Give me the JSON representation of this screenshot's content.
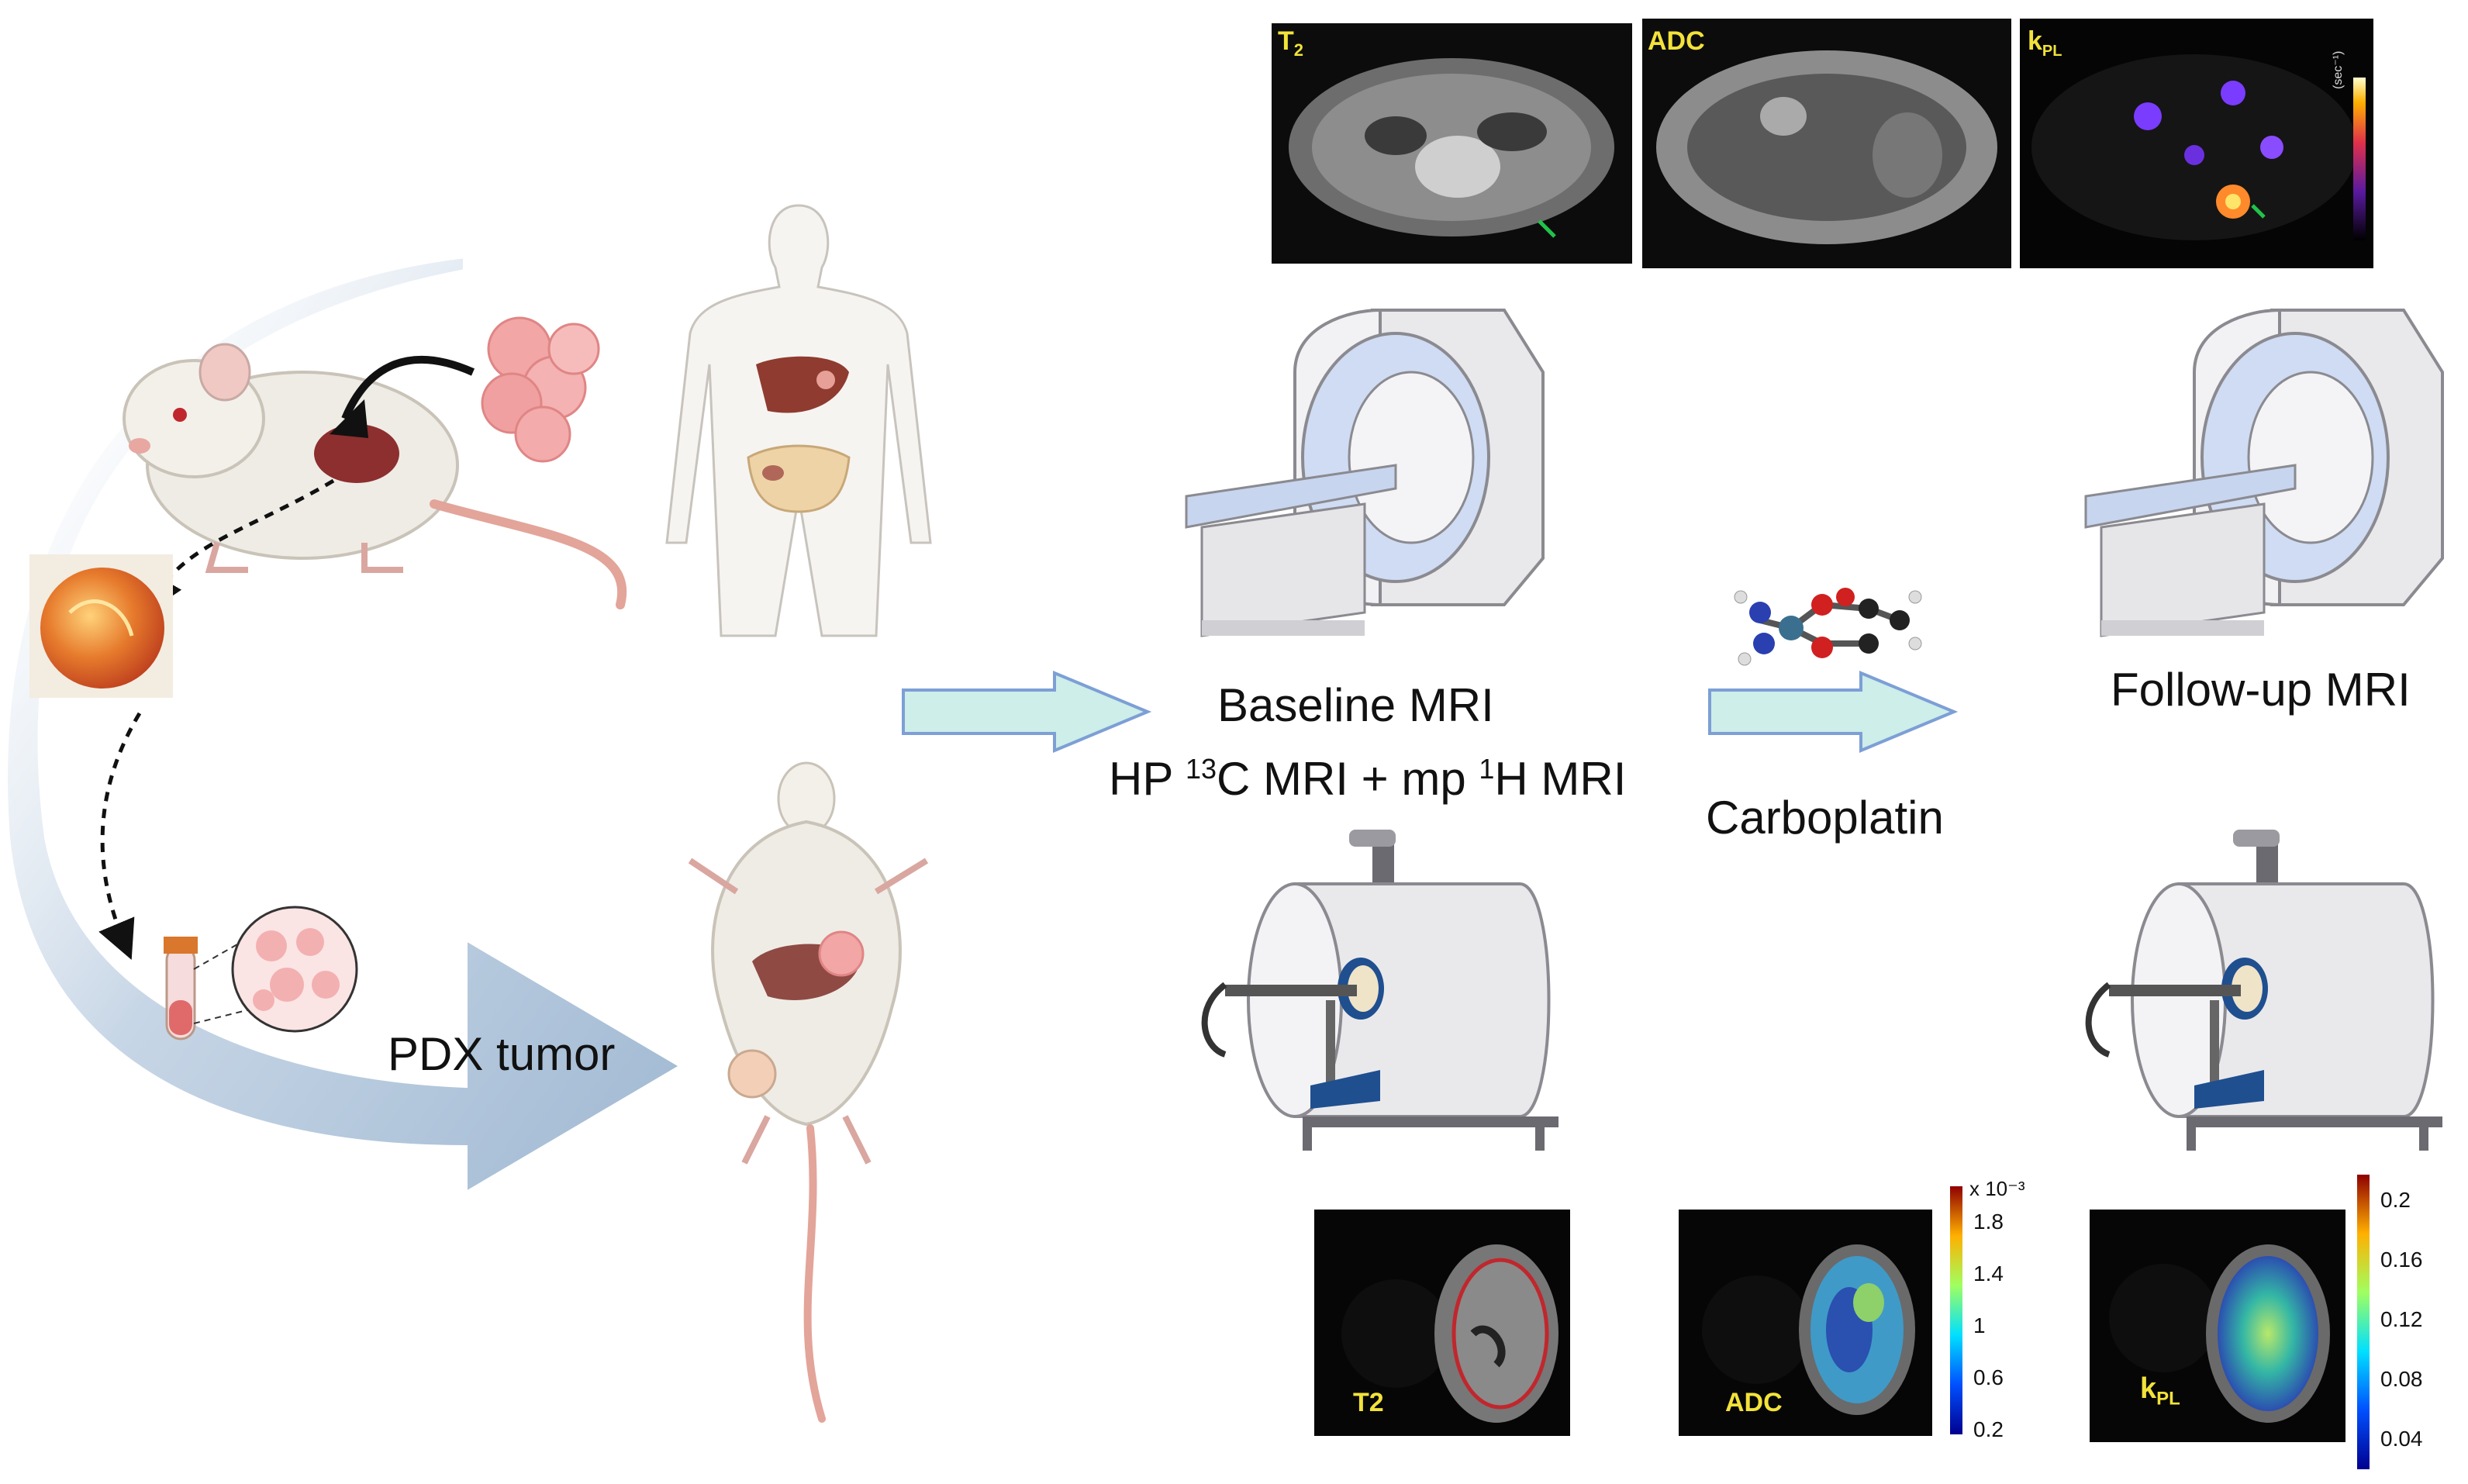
{
  "labels": {
    "pdx_tumor": "PDX tumor",
    "baseline_mri": "Baseline MRI",
    "hp_line_prefix": "HP ",
    "hp_13": "13",
    "hp_c_mri": "C MRI + mp ",
    "hp_1": "1",
    "hp_h_mri": "H MRI",
    "carboplatin": "Carboplatin",
    "followup_mri": "Follow-up MRI"
  },
  "human_panels": {
    "t2": "T",
    "t2_sub": "2",
    "adc": "ADC",
    "kpl": "k",
    "kpl_sub": "PL",
    "colorbar_unit": "(sec⁻¹)"
  },
  "mouse_panels": {
    "t2": "T2",
    "adc": "ADC",
    "kpl": "k",
    "kpl_sub": "PL",
    "adc_scale_exp": "x 10⁻³",
    "adc_ticks": [
      "1.8",
      "1.4",
      "1",
      "0.6",
      "0.2"
    ],
    "kpl_ticks": [
      "0.2",
      "0.16",
      "0.12",
      "0.08",
      "0.04"
    ]
  },
  "colors": {
    "arrow_fill": "#cdeee9",
    "arrow_stroke": "#7d9fd6",
    "big_arrow": "#a6bfd9",
    "panel_label_yellow": "#f2e23a",
    "roi_red": "#c0272d"
  }
}
